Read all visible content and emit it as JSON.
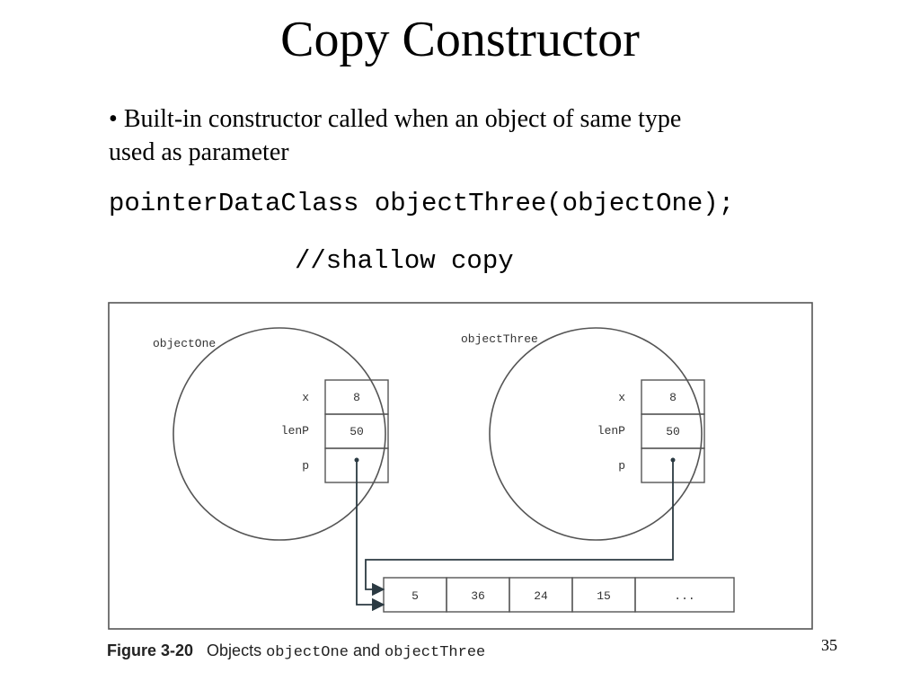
{
  "title": "Copy Constructor",
  "bullet": {
    "symbol": "•",
    "line1": "Built-in constructor called when an object of same type",
    "line2": "used as parameter"
  },
  "code": {
    "line1": "pointerDataClass objectThree(objectOne);",
    "line2": "//shallow copy"
  },
  "diagram": {
    "objects": [
      {
        "name": "objectOne",
        "fields": [
          {
            "label": "x",
            "value": "8"
          },
          {
            "label": "lenP",
            "value": "50"
          },
          {
            "label": "p",
            "value": ""
          }
        ]
      },
      {
        "name": "objectThree",
        "fields": [
          {
            "label": "x",
            "value": "8"
          },
          {
            "label": "lenP",
            "value": "50"
          },
          {
            "label": "p",
            "value": ""
          }
        ]
      }
    ],
    "array": [
      "5",
      "36",
      "24",
      "15",
      "..."
    ],
    "colors": {
      "stroke": "#555555",
      "arrow": "#2b3a42",
      "text": "#333333"
    }
  },
  "caption": {
    "label": "Figure 3-20",
    "text_a": "Objects",
    "obj1": "objectOne",
    "text_b": "and",
    "obj2": "objectThree"
  },
  "page_number": "35"
}
